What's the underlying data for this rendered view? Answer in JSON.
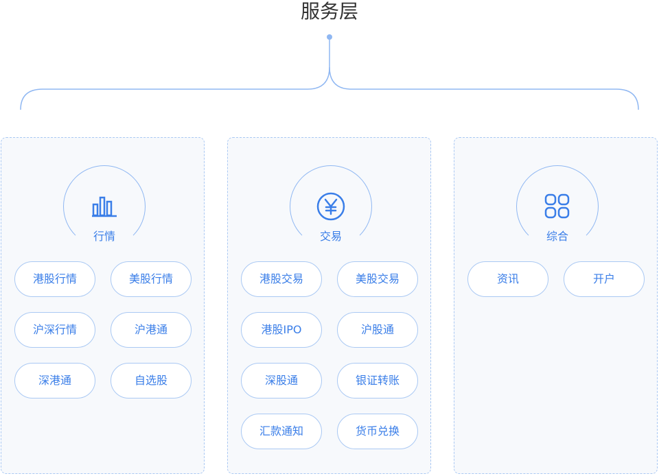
{
  "title": "服务层",
  "colors": {
    "accent": "#3a7ee8",
    "border": "#a9c8f3",
    "panel": "#f7f9fc"
  },
  "columns": [
    {
      "label": "行情",
      "icon": "bar-chart-icon",
      "items": [
        "港股行情",
        "美股行情",
        "沪深行情",
        "沪港通",
        "深港通",
        "自选股"
      ]
    },
    {
      "label": "交易",
      "icon": "yen-icon",
      "items": [
        "港股交易",
        "美股交易",
        "港股IPO",
        "沪股通",
        "深股通",
        "银证转账",
        "汇款通知",
        "货币兑换"
      ]
    },
    {
      "label": "综合",
      "icon": "grid-icon",
      "items": [
        "资讯",
        "开户"
      ]
    }
  ]
}
